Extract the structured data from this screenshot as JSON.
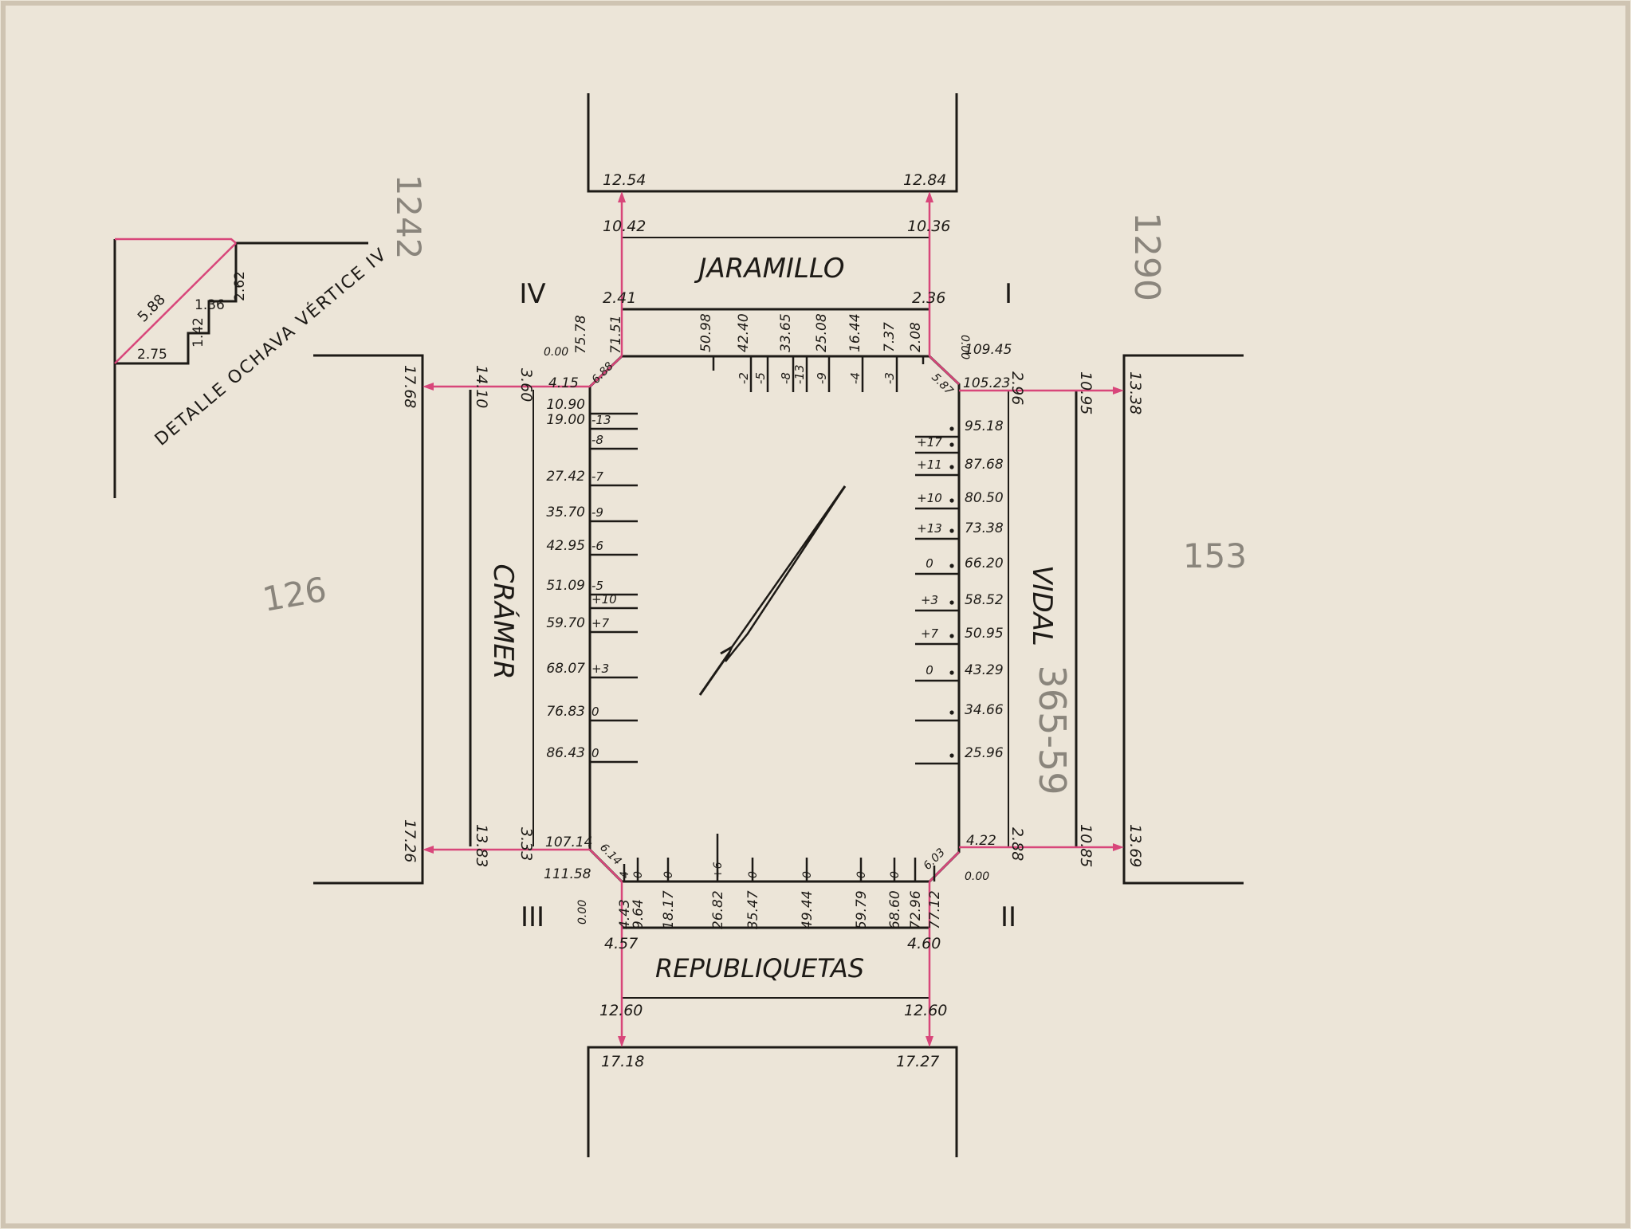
{
  "colors": {
    "paper": "#ece5d8",
    "ink": "#1d1a16",
    "red": "#d8467a",
    "pencil": "#8a857c"
  },
  "streets": {
    "north": "JARAMILLO",
    "south": "REPUBLIQUETAS",
    "west": "CRÁMER",
    "east": "VIDAL"
  },
  "vertices": {
    "i": "I",
    "ii": "II",
    "iii": "III",
    "iv": "IV"
  },
  "detail": {
    "title": "DETALLE OCHAVA VÉRTICE IV",
    "d1": "2.75",
    "d2": "1.42",
    "d3": "1.36",
    "d4": "2.62",
    "d5": "5.88"
  },
  "pencil": {
    "north_left": "1242",
    "north_right": "1290",
    "west": "126",
    "east": "153",
    "record": "365-59"
  },
  "dims": {
    "n_top_left": "12.54",
    "n_top_right": "12.84",
    "n_mid_left": "10.42",
    "n_mid_right": "10.36",
    "n_low_left": "2.41",
    "n_low_right": "2.36",
    "s_top_left": "4.57",
    "s_top_right": "4.60",
    "s_mid_left": "12.60",
    "s_mid_right": "12.60",
    "s_low_left": "17.18",
    "s_low_right": "17.27",
    "w_top_a": "3.60",
    "w_top_b": "14.10",
    "w_top_c": "17.68",
    "w_bot_a": "3.33",
    "w_bot_b": "13.83",
    "w_bot_c": "17.26",
    "e_top_a": "2.96",
    "e_top_b": "10.95",
    "e_top_c": "13.38",
    "e_bot_a": "2.88",
    "e_bot_b": "10.85",
    "e_bot_c": "13.69"
  },
  "corners": {
    "nw_zero": "0.00",
    "nw_c1": "75.78",
    "nw_c2": "71.51",
    "nw_ochava": "6.88",
    "nw_side": "4.15",
    "ne_zero": "0.00",
    "ne_side": "109.45",
    "ne_side2": "105.23",
    "ne_ochava": "5.87",
    "sw_side": "107.14",
    "sw_side2": "111.58",
    "sw_ochava": "6.14",
    "sw_zero": "0.00",
    "se_side": "4.22",
    "se_ochava": "6.03",
    "se_zero": "0.00"
  },
  "north_ticks": [
    {
      "pos": "50.98",
      "elev": ""
    },
    {
      "pos": "42.40",
      "elev": "-2"
    },
    {
      "pos": "",
      "elev": "-5"
    },
    {
      "pos": "33.65",
      "elev": "-8"
    },
    {
      "pos": "",
      "elev": "-13"
    },
    {
      "pos": "25.08",
      "elev": "-9"
    },
    {
      "pos": "16.44",
      "elev": "-4"
    },
    {
      "pos": "7.37",
      "elev": "-3"
    },
    {
      "pos": "2.08",
      "elev": ""
    }
  ],
  "west_ticks": [
    {
      "pos": "10.90",
      "elev": ""
    },
    {
      "pos": "19.00",
      "elev": "-13"
    },
    {
      "pos": "",
      "elev": "-8"
    },
    {
      "pos": "27.42",
      "elev": "-7"
    },
    {
      "pos": "35.70",
      "elev": "-9"
    },
    {
      "pos": "42.95",
      "elev": "-6"
    },
    {
      "pos": "51.09",
      "elev": "-5"
    },
    {
      "pos": "",
      "elev": "+10"
    },
    {
      "pos": "59.70",
      "elev": "+7"
    },
    {
      "pos": "68.07",
      "elev": "+3"
    },
    {
      "pos": "76.83",
      "elev": "0"
    },
    {
      "pos": "86.43",
      "elev": "0"
    }
  ],
  "east_ticks": [
    {
      "pos": "95.18",
      "elev": ""
    },
    {
      "pos": "",
      "elev": "+17"
    },
    {
      "pos": "87.68",
      "elev": "+11"
    },
    {
      "pos": "80.50",
      "elev": "+10"
    },
    {
      "pos": "73.38",
      "elev": "+13"
    },
    {
      "pos": "66.20",
      "elev": "0"
    },
    {
      "pos": "58.52",
      "elev": "+3"
    },
    {
      "pos": "50.95",
      "elev": "+7"
    },
    {
      "pos": "43.29",
      "elev": "0"
    },
    {
      "pos": "34.66",
      "elev": ""
    },
    {
      "pos": "25.96",
      "elev": ""
    }
  ],
  "south_ticks": [
    {
      "pos": "4.43",
      "elev": "4"
    },
    {
      "pos": "9.64",
      "elev": "0"
    },
    {
      "pos": "18.17",
      "elev": "0"
    },
    {
      "pos": "26.82",
      "elev": "+6"
    },
    {
      "pos": "35.47",
      "elev": "0"
    },
    {
      "pos": "49.44",
      "elev": "0"
    },
    {
      "pos": "59.79",
      "elev": "0"
    },
    {
      "pos": "68.60",
      "elev": "0"
    },
    {
      "pos": "72.96",
      "elev": ""
    },
    {
      "pos": "77.12",
      "elev": ""
    }
  ]
}
